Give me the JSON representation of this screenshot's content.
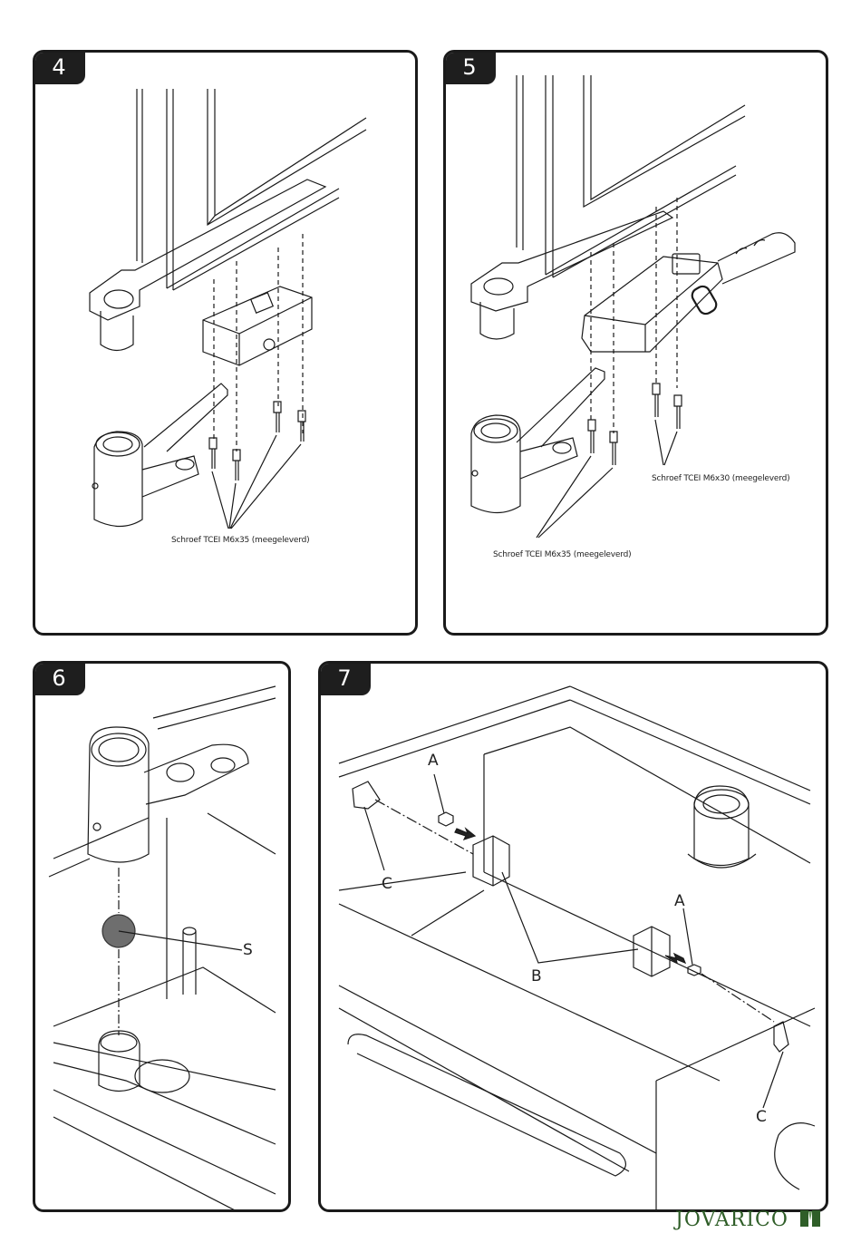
{
  "panels": [
    {
      "step": "4",
      "captions": [
        "Schroef TCEI M6x35 (meegeleverd)"
      ]
    },
    {
      "step": "5",
      "captions": [
        "Schroef TCEI M6x30 (meegeleverd)",
        "Schroef TCEI M6x35 (meegeleverd)"
      ]
    },
    {
      "step": "6",
      "labels": [
        "S"
      ]
    },
    {
      "step": "7",
      "labels": [
        "A",
        "A",
        "B",
        "C",
        "C"
      ]
    }
  ],
  "logo": {
    "text": "JOVARICO",
    "color": "#2f5e28"
  },
  "colors": {
    "line": "#1a1a1a",
    "ball": "#6e6e6e",
    "arrow": "#222222"
  }
}
